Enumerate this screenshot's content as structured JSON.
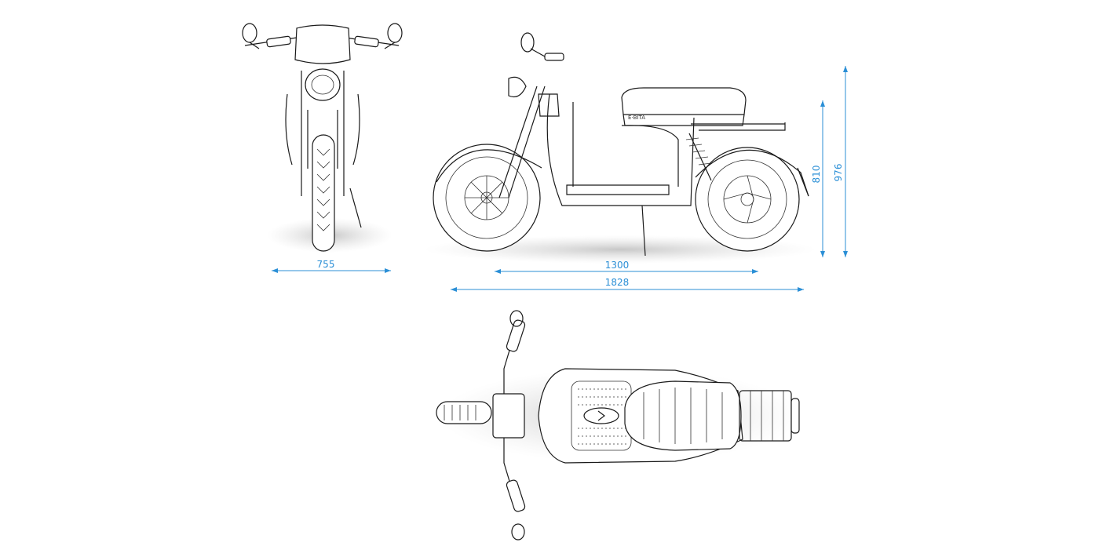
{
  "dimensions": {
    "front_width": "755",
    "wheelbase": "1300",
    "overall_length": "1828",
    "seat_height": "810",
    "overall_height": "976"
  },
  "colors": {
    "dimension": "#2b8fd6",
    "line_art": "#1a1a1a",
    "background": "#ffffff"
  }
}
